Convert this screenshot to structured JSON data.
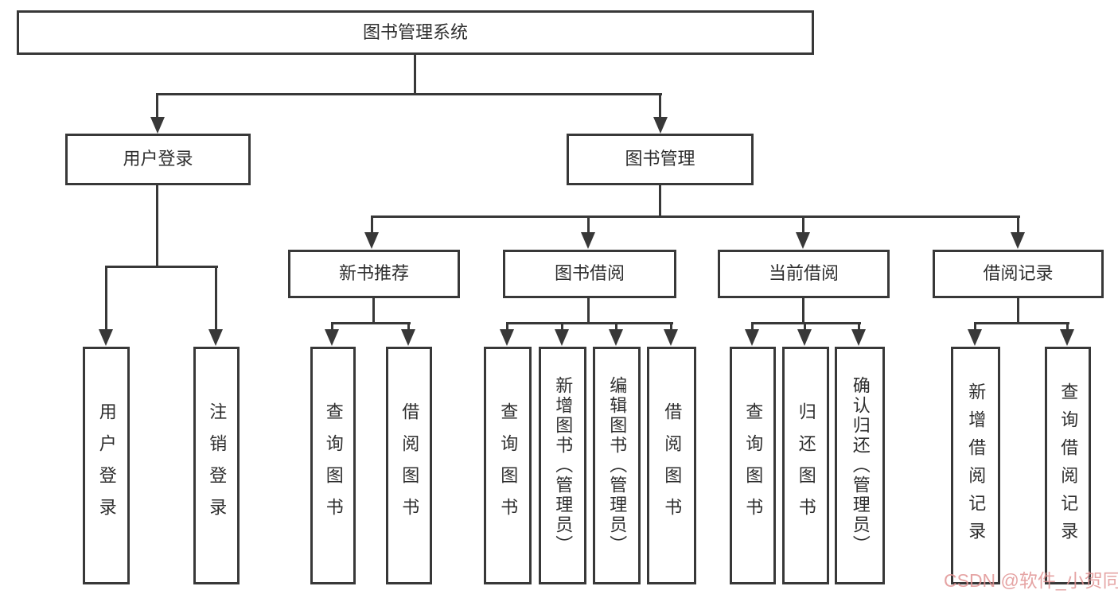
{
  "diagram_type": "hierarchy-tree",
  "colors": {
    "line": "#383838",
    "box_border": "#383838",
    "text": "#2e2e2e",
    "background": "#ffffff",
    "watermark": "#e09494"
  },
  "tree": {
    "label": "图书管理系统",
    "children": [
      {
        "label": "用户登录",
        "children": [
          {
            "label": "用户登录"
          },
          {
            "label": "注销登录"
          }
        ]
      },
      {
        "label": "图书管理",
        "children": [
          {
            "label": "新书推荐",
            "children": [
              {
                "label": "查询图书"
              },
              {
                "label": "借阅图书"
              }
            ]
          },
          {
            "label": "图书借阅",
            "children": [
              {
                "label": "查询图书"
              },
              {
                "label": "新增图书（管理员）"
              },
              {
                "label": "编辑图书（管理员）"
              },
              {
                "label": "借阅图书"
              }
            ]
          },
          {
            "label": "当前借阅",
            "children": [
              {
                "label": "查询图书"
              },
              {
                "label": "归还图书"
              },
              {
                "label": "确认归还（管理员）"
              }
            ]
          },
          {
            "label": "借阅记录",
            "children": [
              {
                "label": "新增借阅记录"
              },
              {
                "label": "查询借阅记录"
              }
            ]
          }
        ]
      }
    ]
  },
  "watermark": {
    "text": "CSDN @软件_小贺同学"
  }
}
